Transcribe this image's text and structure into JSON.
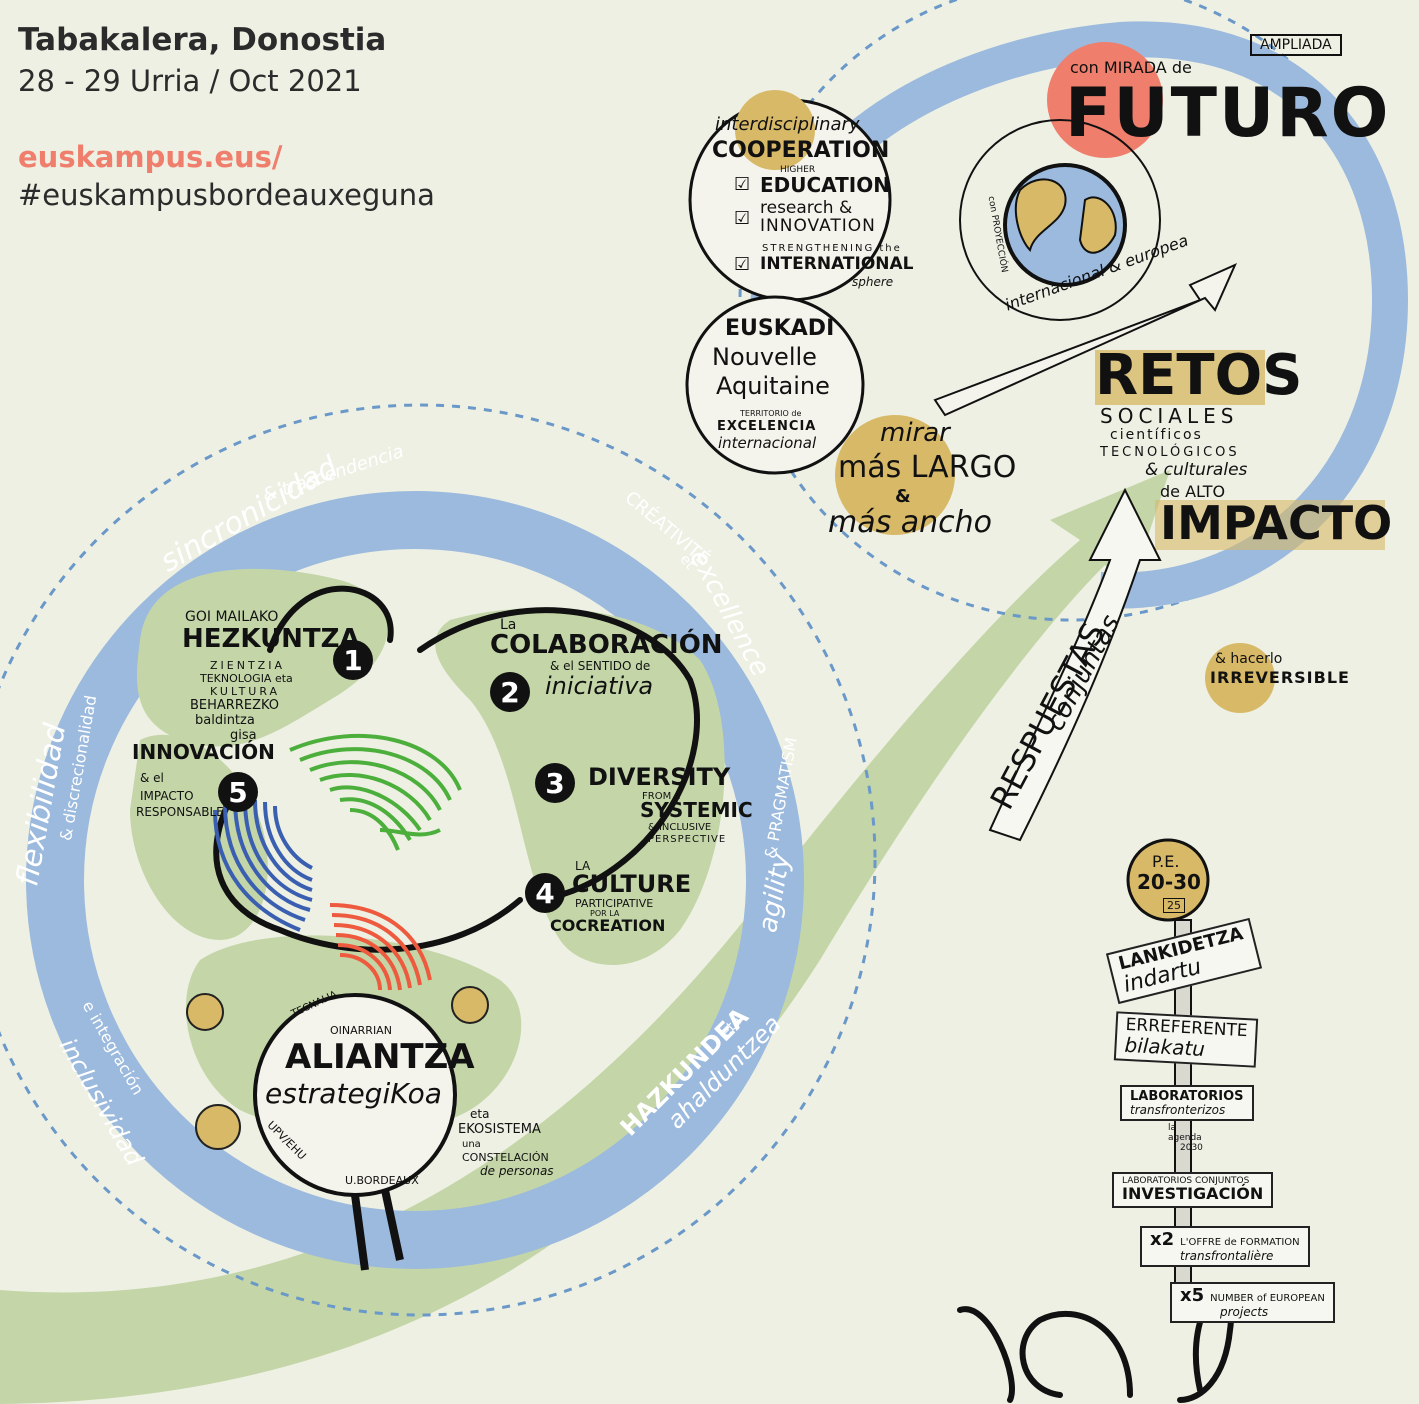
{
  "header": {
    "venue": "Tabakalera, Donostia",
    "dates": "28 - 29 Urria / Oct 2021",
    "url": "euskampus.eus/",
    "hashtag": "#euskampusbordeauxeguna"
  },
  "colors": {
    "background": "#eef0e4",
    "ring_blue": "#9bbadd",
    "green_blob": "#c4d6a8",
    "gold": "#d7b968",
    "coral": "#ef7f6c",
    "ink": "#111111"
  },
  "left_ring": {
    "top": "sincronicidad",
    "top_small": "& trascendencia",
    "left": "flexibilidad",
    "left_small": "& discrecionalidad",
    "right_top": "CRÉATIVITÉ",
    "right_top_small": "et",
    "right_top_2": "excellence",
    "right": "agility",
    "right_small": "& PRAGMATISM",
    "bottom_right": "HAZKUNDEA",
    "bottom_right_small": "eta",
    "bottom_right_2": "ahalduntzea",
    "bottom_left": "inclusividad",
    "bottom_left_small": "e integración"
  },
  "pillars": [
    {
      "number": "1",
      "title": "HEZKUNTZA",
      "pre": "GOI MAILAKO",
      "sub": [
        "ZIENTZIA",
        "TEKNOLOGIA eta",
        "KULTURA",
        "BEHARREZKO",
        "baldintza",
        "gisa"
      ]
    },
    {
      "number": "2",
      "title": "COLABORACIÓN",
      "pre": "La",
      "sub": [
        "& el SENTIDO de",
        "iniciativa"
      ]
    },
    {
      "number": "3",
      "title": "DIVERSITY",
      "pre": "",
      "sub": [
        "FROM a",
        "SYSTEMIC",
        "& INCLUSIVE",
        "PERSPECTIVE"
      ]
    },
    {
      "number": "4",
      "title": "CULTURE",
      "pre": "LA",
      "sub": [
        "PARTICIPATIVE",
        "POR LA",
        "COCREATION"
      ]
    },
    {
      "number": "5",
      "title": "INNOVACIÓN",
      "pre": "",
      "sub": [
        "& el",
        "IMPACTO",
        "RESPONSABLE"
      ]
    }
  ],
  "alliance": {
    "pre": "OINARRIAN",
    "title": "ALIANTZA",
    "title2": "estrategiKoa",
    "tag_top": "TECNALIA",
    "tag_left": "UPV/EHU",
    "tag_bottom": "U.BORDEAUX",
    "note": [
      "eta",
      "EKOSISTEMA",
      "una",
      "CONSTELACIÓN",
      "de personas"
    ]
  },
  "cooperation": {
    "pre": "interdisciplinary",
    "title": "COOPERATION",
    "items": [
      {
        "small": "HIGHER",
        "label": "EDUCATION"
      },
      {
        "small": "",
        "label": "research &"
      },
      {
        "small": "",
        "label": "INNOVATION"
      },
      {
        "small": "STRENGTHENING the",
        "label": "INTERNATIONAL"
      },
      {
        "small": "",
        "label": "sphere"
      }
    ]
  },
  "territory": {
    "line1": "EUSKADI",
    "line2": "Nouvelle",
    "line3": "Aquitaine",
    "sub1": "TERRITORIO de",
    "sub2": "EXCELENCIA",
    "sub3": "internacional"
  },
  "look": {
    "line1": "mirar",
    "line2": "más LARGO",
    "line3": "&",
    "line4": "más ancho"
  },
  "future": {
    "pre": "con MIRADA de",
    "title": "FUTURO",
    "tag": "AMPLIADA",
    "projection_1": "con PROYECCIÓN",
    "projection_2": "internacional & europea"
  },
  "challenges": {
    "title": "RETOS",
    "sub1": "SOCIALES",
    "sub2": "científicos",
    "sub3": "TECNOLÓGICOS",
    "sub4": "& culturales",
    "sub5": "de ALTO",
    "title2": "IMPACTO",
    "note1": "& hacerlo",
    "note2": "IRREVERSIBLE"
  },
  "arrow_text": {
    "line1": "RESPUESTAS",
    "line2": "conjuntas"
  },
  "roadmap": {
    "pe": "P.E.",
    "years": "20-30",
    "badge": "25",
    "signs": [
      {
        "prefix": "",
        "main": "LANKIDETZA",
        "sub": "indartu"
      },
      {
        "prefix": "",
        "main": "ERREFERENTE",
        "sub": "bilakatu"
      },
      {
        "prefix": "",
        "main": "LABORATORIOS",
        "sub": "transfronterizos"
      },
      {
        "prefix": "",
        "main": "LABORATORIOS CONJUNTOS",
        "sub": "INVESTIGACIÓN"
      },
      {
        "prefix": "x2",
        "main": "L'OFFRE de FORMATION",
        "sub": "transfrontalière"
      },
      {
        "prefix": "x5",
        "main": "NUMBER of EUROPEAN",
        "sub": "projects"
      }
    ],
    "agenda_1": "la",
    "agenda_2": "agenda",
    "agenda_3": "2030"
  }
}
